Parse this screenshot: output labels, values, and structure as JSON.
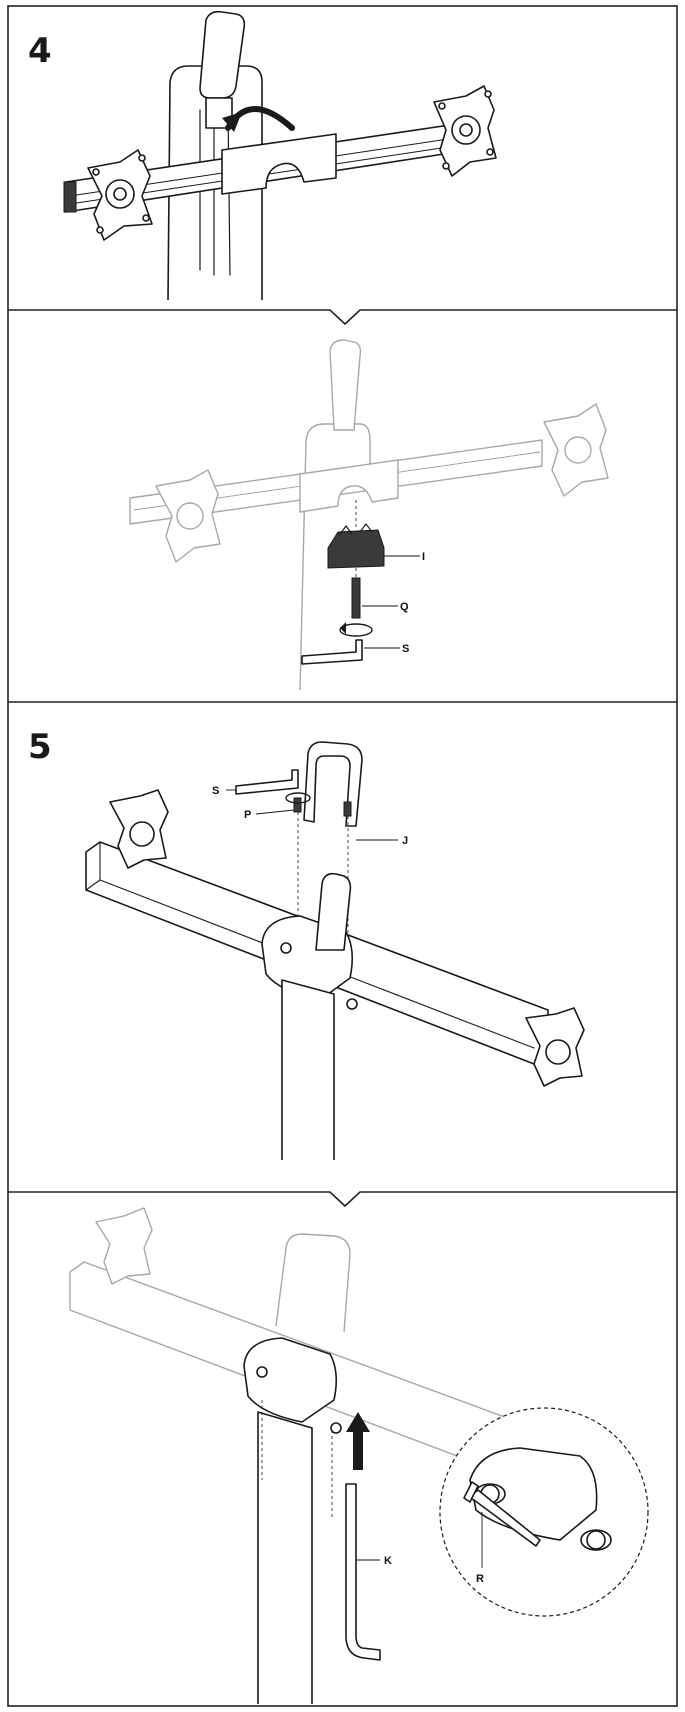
{
  "steps": [
    {
      "number": "4"
    },
    {
      "number": "5"
    }
  ],
  "callouts": {
    "i": "I",
    "q": "Q",
    "s_top": "S",
    "s_mid": "S",
    "p": "P",
    "j": "J",
    "k": "K",
    "r": "R"
  }
}
